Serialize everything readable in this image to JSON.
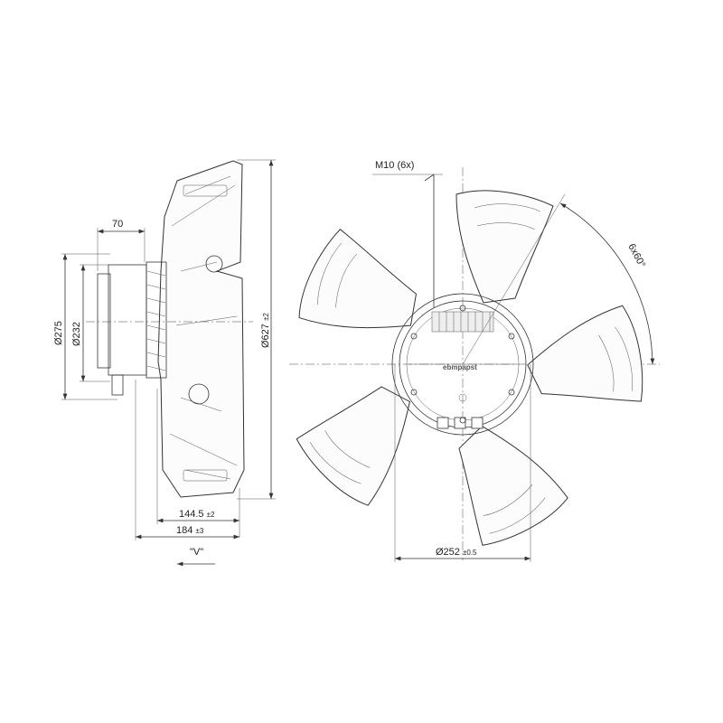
{
  "side_view": {
    "dim_depth_motor": "70",
    "dim_diameter_outer_ring": "Ø275",
    "dim_diameter_motor": "Ø232",
    "dim_diameter_fan": "Ø627",
    "dim_diameter_fan_tol": "±2",
    "dim_depth_blade": "144.5",
    "dim_depth_blade_tol": "±2",
    "dim_depth_total": "184",
    "dim_depth_total_tol": "±3",
    "airflow_label": "\"V\""
  },
  "front_view": {
    "thread_label": "M10 (6x)",
    "angle_label": "6x60°",
    "dim_bolt_circle": "Ø252",
    "dim_bolt_circle_tol": "±0.5",
    "brand_logo": "ebmpapst",
    "blade_count": 5
  }
}
